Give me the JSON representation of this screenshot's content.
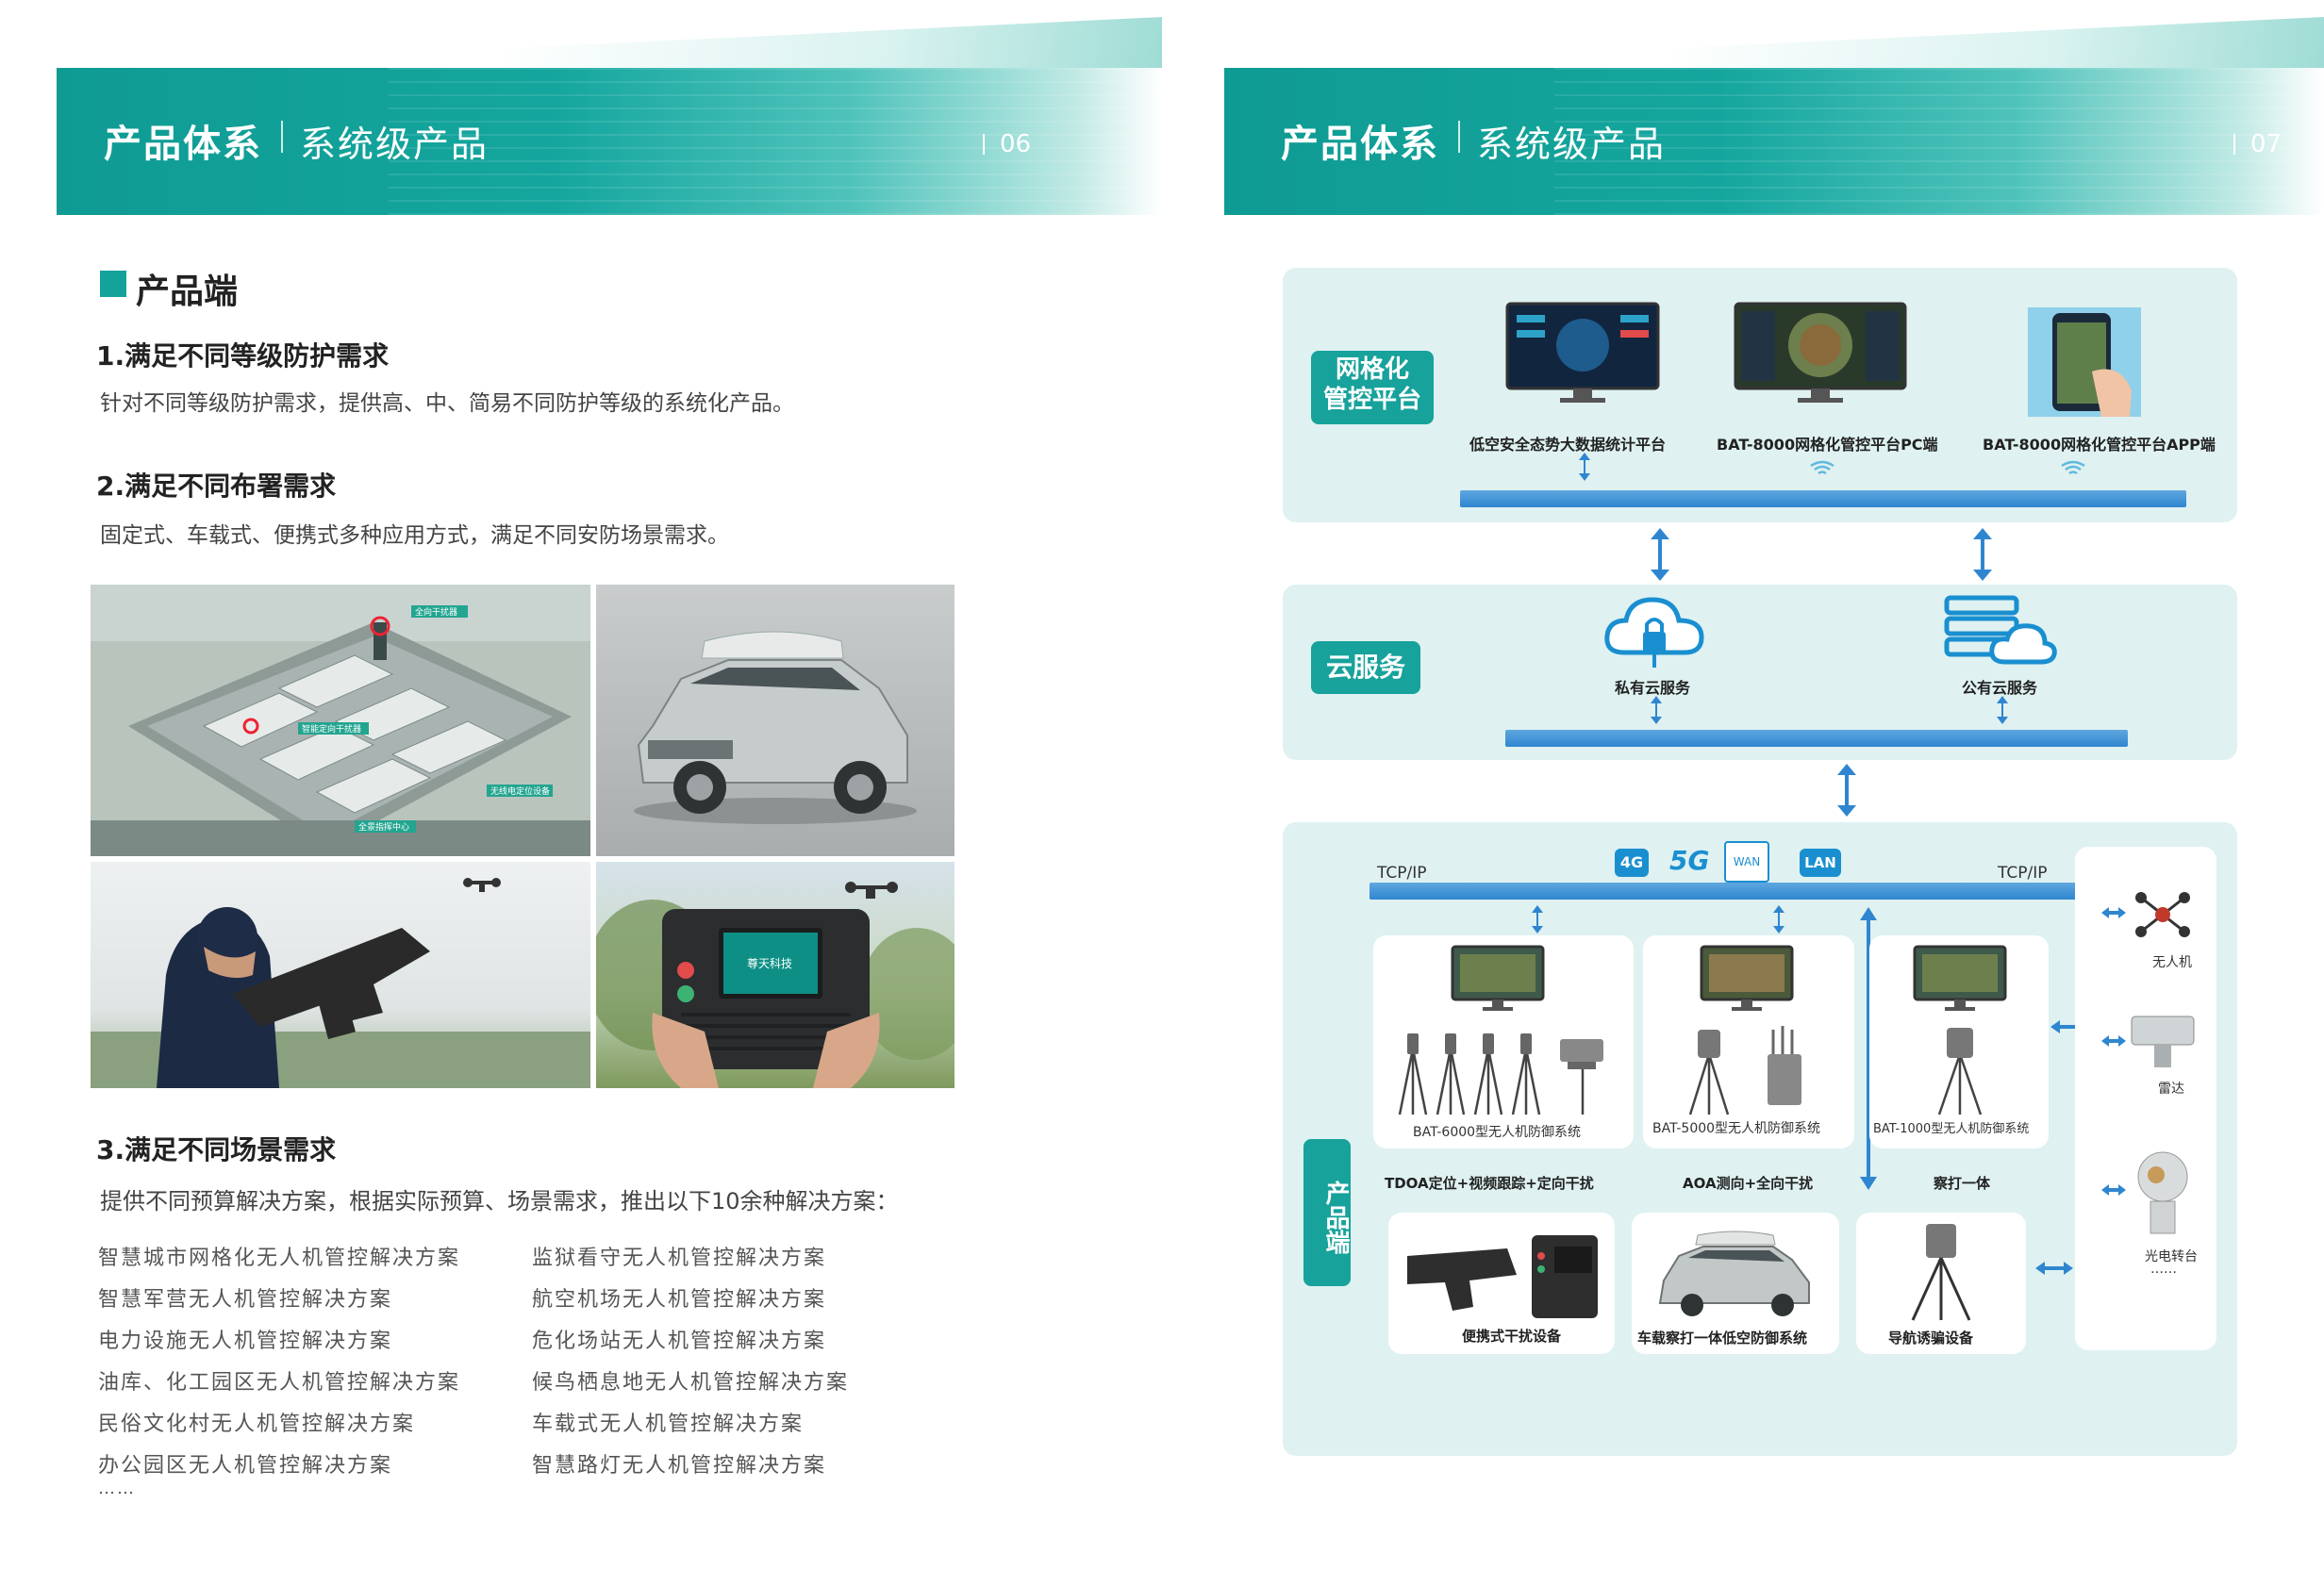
{
  "left_page": {
    "header": {
      "title": "产品体系",
      "subtitle": "系统级产品",
      "page_number": "06"
    },
    "section_title": "产品端",
    "items": [
      {
        "heading": "1.满足不同等级防护需求",
        "text": "针对不同等级防护需求，提供高、中、简易不同防护等级的系统化产品。"
      },
      {
        "heading": "2.满足不同布署需求",
        "text": "固定式、车载式、便携式多种应用方式，满足不同安防场景需求。"
      },
      {
        "heading": "3.满足不同场景需求",
        "text": "提供不同预算解决方案，根据实际预算、场景需求，推出以下10余种解决方案："
      }
    ],
    "photos": {
      "aerial_labels": [
        "全向干扰器",
        "智能定向干扰器",
        "无线电定位设备",
        "全景指挥中心"
      ],
      "handheld_screen_text": "尊天科技"
    },
    "solutions_left": [
      "智慧城市网格化无人机管控解决方案",
      "智慧军营无人机管控解决方案",
      "电力设施无人机管控解决方案",
      "油库、化工园区无人机管控解决方案",
      "民俗文化村无人机管控解决方案",
      "办公园区无人机管控解决方案"
    ],
    "solutions_right": [
      "监狱看守无人机管控解决方案",
      "航空机场无人机管控解决方案",
      "危化场站无人机管控解决方案",
      "候鸟栖息地无人机管控解决方案",
      "车载式无人机管控解决方案",
      "智慧路灯无人机管控解决方案"
    ],
    "ellipsis": "……"
  },
  "right_page": {
    "header": {
      "title": "产品体系",
      "subtitle": "系统级产品",
      "page_number": "07"
    },
    "grid_platform": {
      "tag_line1": "网格化",
      "tag_line2": "管控平台",
      "items": [
        "低空安全态势大数据统计平台",
        "BAT-8000网格化管控平台PC端",
        "BAT-8000网格化管控平台APP端"
      ]
    },
    "cloud": {
      "tag": "云服务",
      "private": "私有云服务",
      "public": "公有云服务"
    },
    "product_end": {
      "tag": "产品端",
      "tcp_left": "TCP/IP",
      "tcp_right": "TCP/IP",
      "networks": [
        "4G",
        "5G",
        "WAN",
        "LAN"
      ],
      "systems": [
        {
          "model": "BAT-6000型无人机防御系统",
          "feature": "TDOA定位+视频跟踪+定向干扰"
        },
        {
          "model": "BAT-5000型无人机防御系统",
          "feature": "AOA测向+全向干扰"
        },
        {
          "model": "BAT-1000型无人机防御系统",
          "feature": "察打一体"
        }
      ],
      "devices": [
        "便携式干扰设备",
        "车载察打一体低空防御系统",
        "导航诱骗设备"
      ],
      "side": [
        "无人机",
        "雷达",
        "光电转台",
        "……"
      ]
    },
    "colors": {
      "teal": "#17a29b",
      "panel": "#dff1f1",
      "bus": "#2f86d0"
    }
  }
}
